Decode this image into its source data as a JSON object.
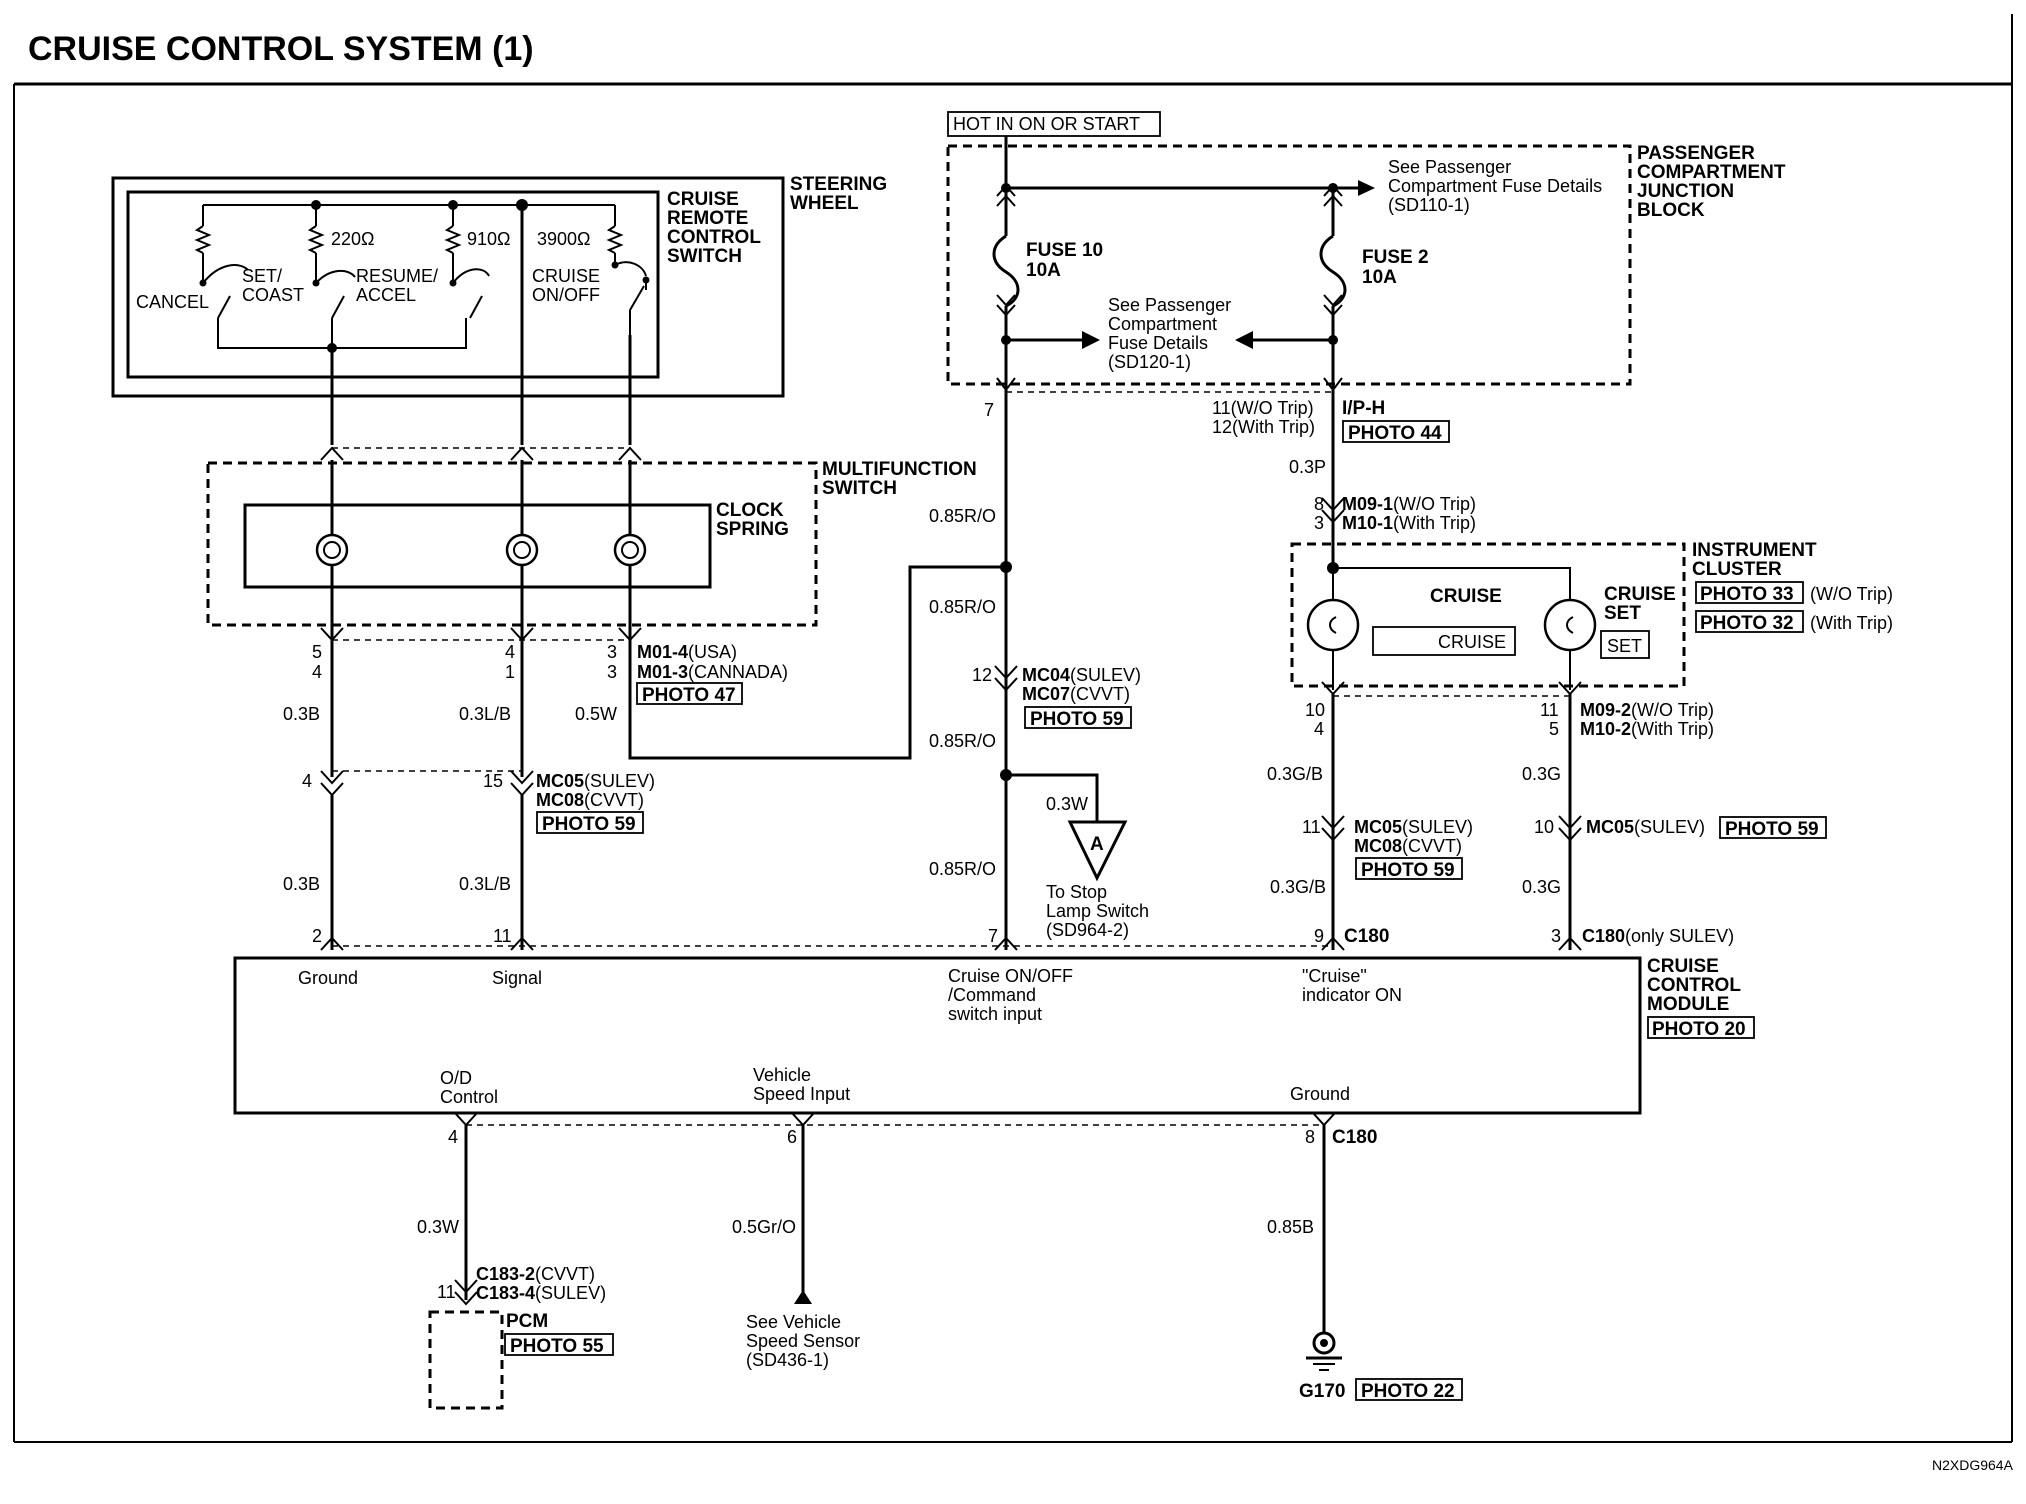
{
  "title": "CRUISE CONTROL SYSTEM (1)",
  "figure_code": "N2XDG964A",
  "power": {
    "hot_label": "HOT IN ON OR START",
    "junction_block": "PASSENGER COMPARTMENT JUNCTION BLOCK",
    "junction_block_lines": [
      "PASSENGER",
      "COMPARTMENT",
      "JUNCTION",
      "BLOCK"
    ],
    "fuse10": [
      "FUSE 10",
      "10A"
    ],
    "fuse2": [
      "FUSE 2",
      "10A"
    ],
    "see_sd110": [
      "See Passenger",
      "Compartment Fuse Details",
      "(SD110-1)"
    ],
    "see_sd120": [
      "See Passenger",
      "Compartment",
      "Fuse Details",
      "(SD120-1)"
    ],
    "pin_left": "7",
    "pin_right_1": "11(W/O Trip)",
    "pin_right_2": "12(With Trip)",
    "connector": "I/P-H",
    "photo": "PHOTO 44"
  },
  "steering_wheel": {
    "label": [
      "STEERING",
      "WHEEL"
    ],
    "switch_label": [
      "CRUISE",
      "REMOTE",
      "CONTROL",
      "SWITCH"
    ],
    "resistors": [
      "220Ω",
      "910Ω",
      "3900Ω"
    ],
    "switches": [
      "CANCEL",
      "SET/",
      "COAST",
      "RESUME/",
      "ACCEL",
      "CRUISE",
      "ON/OFF"
    ]
  },
  "multifunction": {
    "label": [
      "MULTIFUNCTION",
      "SWITCH"
    ],
    "clock_spring": [
      "CLOCK",
      "SPRING"
    ],
    "pins_top": [
      "5",
      "4",
      "3"
    ],
    "pins_bottom": [
      "4",
      "1",
      "3"
    ],
    "conn1": "M01-4",
    "conn1_suffix": "(USA)",
    "conn2": "M01-3",
    "conn2_suffix": "(CANNADA)",
    "photo": "PHOTO 47"
  },
  "wires": {
    "ground_upper": "0.3B",
    "signal_upper": "0.3L/B",
    "onoff": "0.5W",
    "ground_lower": "0.3B",
    "signal_lower": "0.3L/B",
    "feed_1": "0.85R/O",
    "feed_2": "0.85R/O",
    "feed_3": "0.85R/O",
    "feed_4": "0.85R/O",
    "stop_lamp": "0.3W",
    "cluster_feed": "0.3P",
    "ind_upper": "0.3G/B",
    "ind_lower": "0.3G/B",
    "set_upper": "0.3G",
    "set_lower": "0.3G",
    "od": "0.3W",
    "vss": "0.5Gr/O",
    "gnd": "0.85B"
  },
  "mc05_left": {
    "pin_ground": "4",
    "pin_signal": "15",
    "line1": "MC05",
    "line1_suffix": "(SULEV)",
    "line2": "MC08",
    "line2_suffix": "(CVVT)",
    "photo": "PHOTO 59"
  },
  "mc04": {
    "pin": "12",
    "line1": "MC04",
    "line1_suffix": "(SULEV)",
    "line2": "MC07",
    "line2_suffix": "(CVVT)",
    "photo": "PHOTO 59"
  },
  "stop_lamp": {
    "symbol": "A",
    "text": [
      "To Stop",
      "Lamp Switch",
      "(SD964-2)"
    ]
  },
  "cluster": {
    "label": [
      "INSTRUMENT",
      "CLUSTER"
    ],
    "m09_pin": "8",
    "m10_pin": "3",
    "m09": "M09-1",
    "m09_suffix": "(W/O Trip)",
    "m10": "M10-1",
    "m10_suffix": "(With Trip)",
    "cruise_title": "CRUISE",
    "cruise_display": "CRUISE",
    "set_title": [
      "CRUISE",
      "SET"
    ],
    "set_display": "SET",
    "photo33": "PHOTO 33",
    "photo33_suffix": "(W/O Trip)",
    "photo32": "PHOTO 32",
    "photo32_suffix": "(With Trip)",
    "ind_pin_1": "10",
    "ind_pin_2": "4",
    "set_pin_1": "11",
    "set_pin_2": "5",
    "m09_2": "M09-2",
    "m09_2_suffix": "(W/O Trip)",
    "m10_2": "M10-2",
    "m10_2_suffix": "(With Trip)"
  },
  "mc05_right": {
    "pin": "11",
    "line1": "MC05",
    "line1_suffix": "(SULEV)",
    "line2": "MC08",
    "line2_suffix": "(CVVT)",
    "photo": "PHOTO 59"
  },
  "mc05_set": {
    "pin": "10",
    "line1": "MC05",
    "line1_suffix": "(SULEV)",
    "photo": "PHOTO 59"
  },
  "module": {
    "label": [
      "CRUISE",
      "CONTROL",
      "MODULE"
    ],
    "photo": "PHOTO 20",
    "pins_top": [
      "2",
      "11",
      "7",
      "9",
      "3"
    ],
    "c180": "C180",
    "c180_sulev": "C180",
    "c180_sulev_suffix": "(only SULEV)",
    "ground": "Ground",
    "signal": "Signal",
    "cruise_onoff": [
      "Cruise ON/OFF",
      "/Command",
      "switch input"
    ],
    "cruise_indicator": [
      "\"Cruise\"",
      "indicator ON"
    ],
    "od": [
      "O/D",
      "Control"
    ],
    "vss_input": [
      "Vehicle",
      "Speed Input"
    ],
    "ground_bottom": "Ground",
    "pins_bottom": [
      "4",
      "6",
      "8"
    ],
    "c180_bottom": "C180"
  },
  "pcm": {
    "pin": "11",
    "conn1": "C183-2",
    "conn1_suffix": "(CVVT)",
    "conn2": "C183-4",
    "conn2_suffix": "(SULEV)",
    "label": "PCM",
    "photo": "PHOTO 55"
  },
  "vss": {
    "text": [
      "See Vehicle",
      "Speed Sensor",
      "(SD436-1)"
    ]
  },
  "ground_point": {
    "label": "G170",
    "photo": "PHOTO 22"
  }
}
